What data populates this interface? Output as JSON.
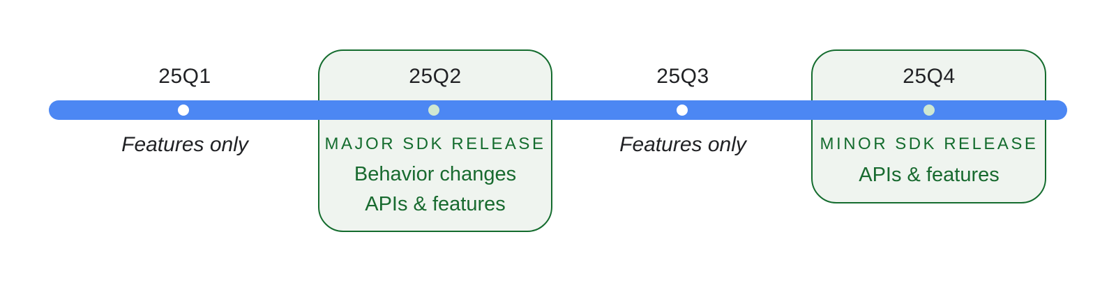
{
  "diagram": {
    "type": "release-timeline",
    "colors": {
      "timeline_blue": "#4C87F3",
      "dot_white": "#FFFFFF",
      "dot_pale_green": "#CFE8D2",
      "card_background": "#EFF4EF",
      "card_border_green": "#146C2E",
      "green_text": "#186A2F",
      "dark_text": "#202124",
      "page_background": "#FFFFFF"
    }
  },
  "timeline": {
    "quarters": [
      {
        "label": "25Q1",
        "type": "plain",
        "dot_color": "white",
        "note": "Features only"
      },
      {
        "label": "25Q2",
        "type": "card",
        "dot_color": "pale-green",
        "heading": "MAJOR SDK RELEASE",
        "items": [
          "Behavior changes",
          "APIs & features"
        ]
      },
      {
        "label": "25Q3",
        "type": "plain",
        "dot_color": "white",
        "note": "Features only"
      },
      {
        "label": "25Q4",
        "type": "card",
        "dot_color": "pale-green",
        "heading": "MINOR SDK RELEASE",
        "items": [
          "APIs & features"
        ]
      }
    ]
  }
}
